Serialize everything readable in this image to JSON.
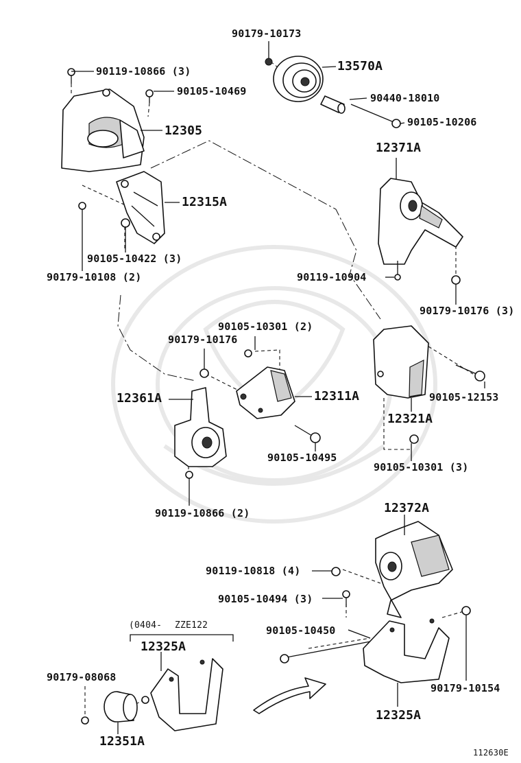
{
  "diagram": {
    "catalog_number": "112630E",
    "range_note": {
      "open": "(0404-",
      "model": "ZZE122"
    },
    "labels": {
      "p90179_10173": "90179-10173",
      "p13570A": "13570A",
      "p90119_10866_3": "90119-10866 (3)",
      "p90105_10469": "90105-10469",
      "p90440_18010": "90440-18010",
      "p12305": "12305",
      "p90105_10206": "90105-10206",
      "p12371A": "12371A",
      "p12315A": "12315A",
      "p90105_10422_3": "90105-10422 (3)",
      "p90179_10108_2": "90179-10108 (2)",
      "p90119_10904": "90119-10904",
      "p90179_10176_3": "90179-10176 (3)",
      "p90105_10301_2": "90105-10301 (2)",
      "p90179_10176": "90179-10176",
      "p12361A": "12361A",
      "p12311A": "12311A",
      "p90105_12153": "90105-12153",
      "p12321A": "12321A",
      "p90105_10495": "90105-10495",
      "p90105_10301_3": "90105-10301 (3)",
      "p90119_10866_2": "90119-10866 (2)",
      "p12372A": "12372A",
      "p90119_10818_4": "90119-10818 (4)",
      "p90105_10494_3": "90105-10494 (3)",
      "p90105_10450": "90105-10450",
      "p12325A_top": "12325A",
      "p90179_08068": "90179-08068",
      "p90179_10154": "90179-10154",
      "p12325A_bottom": "12325A",
      "p12351A": "12351A"
    }
  }
}
